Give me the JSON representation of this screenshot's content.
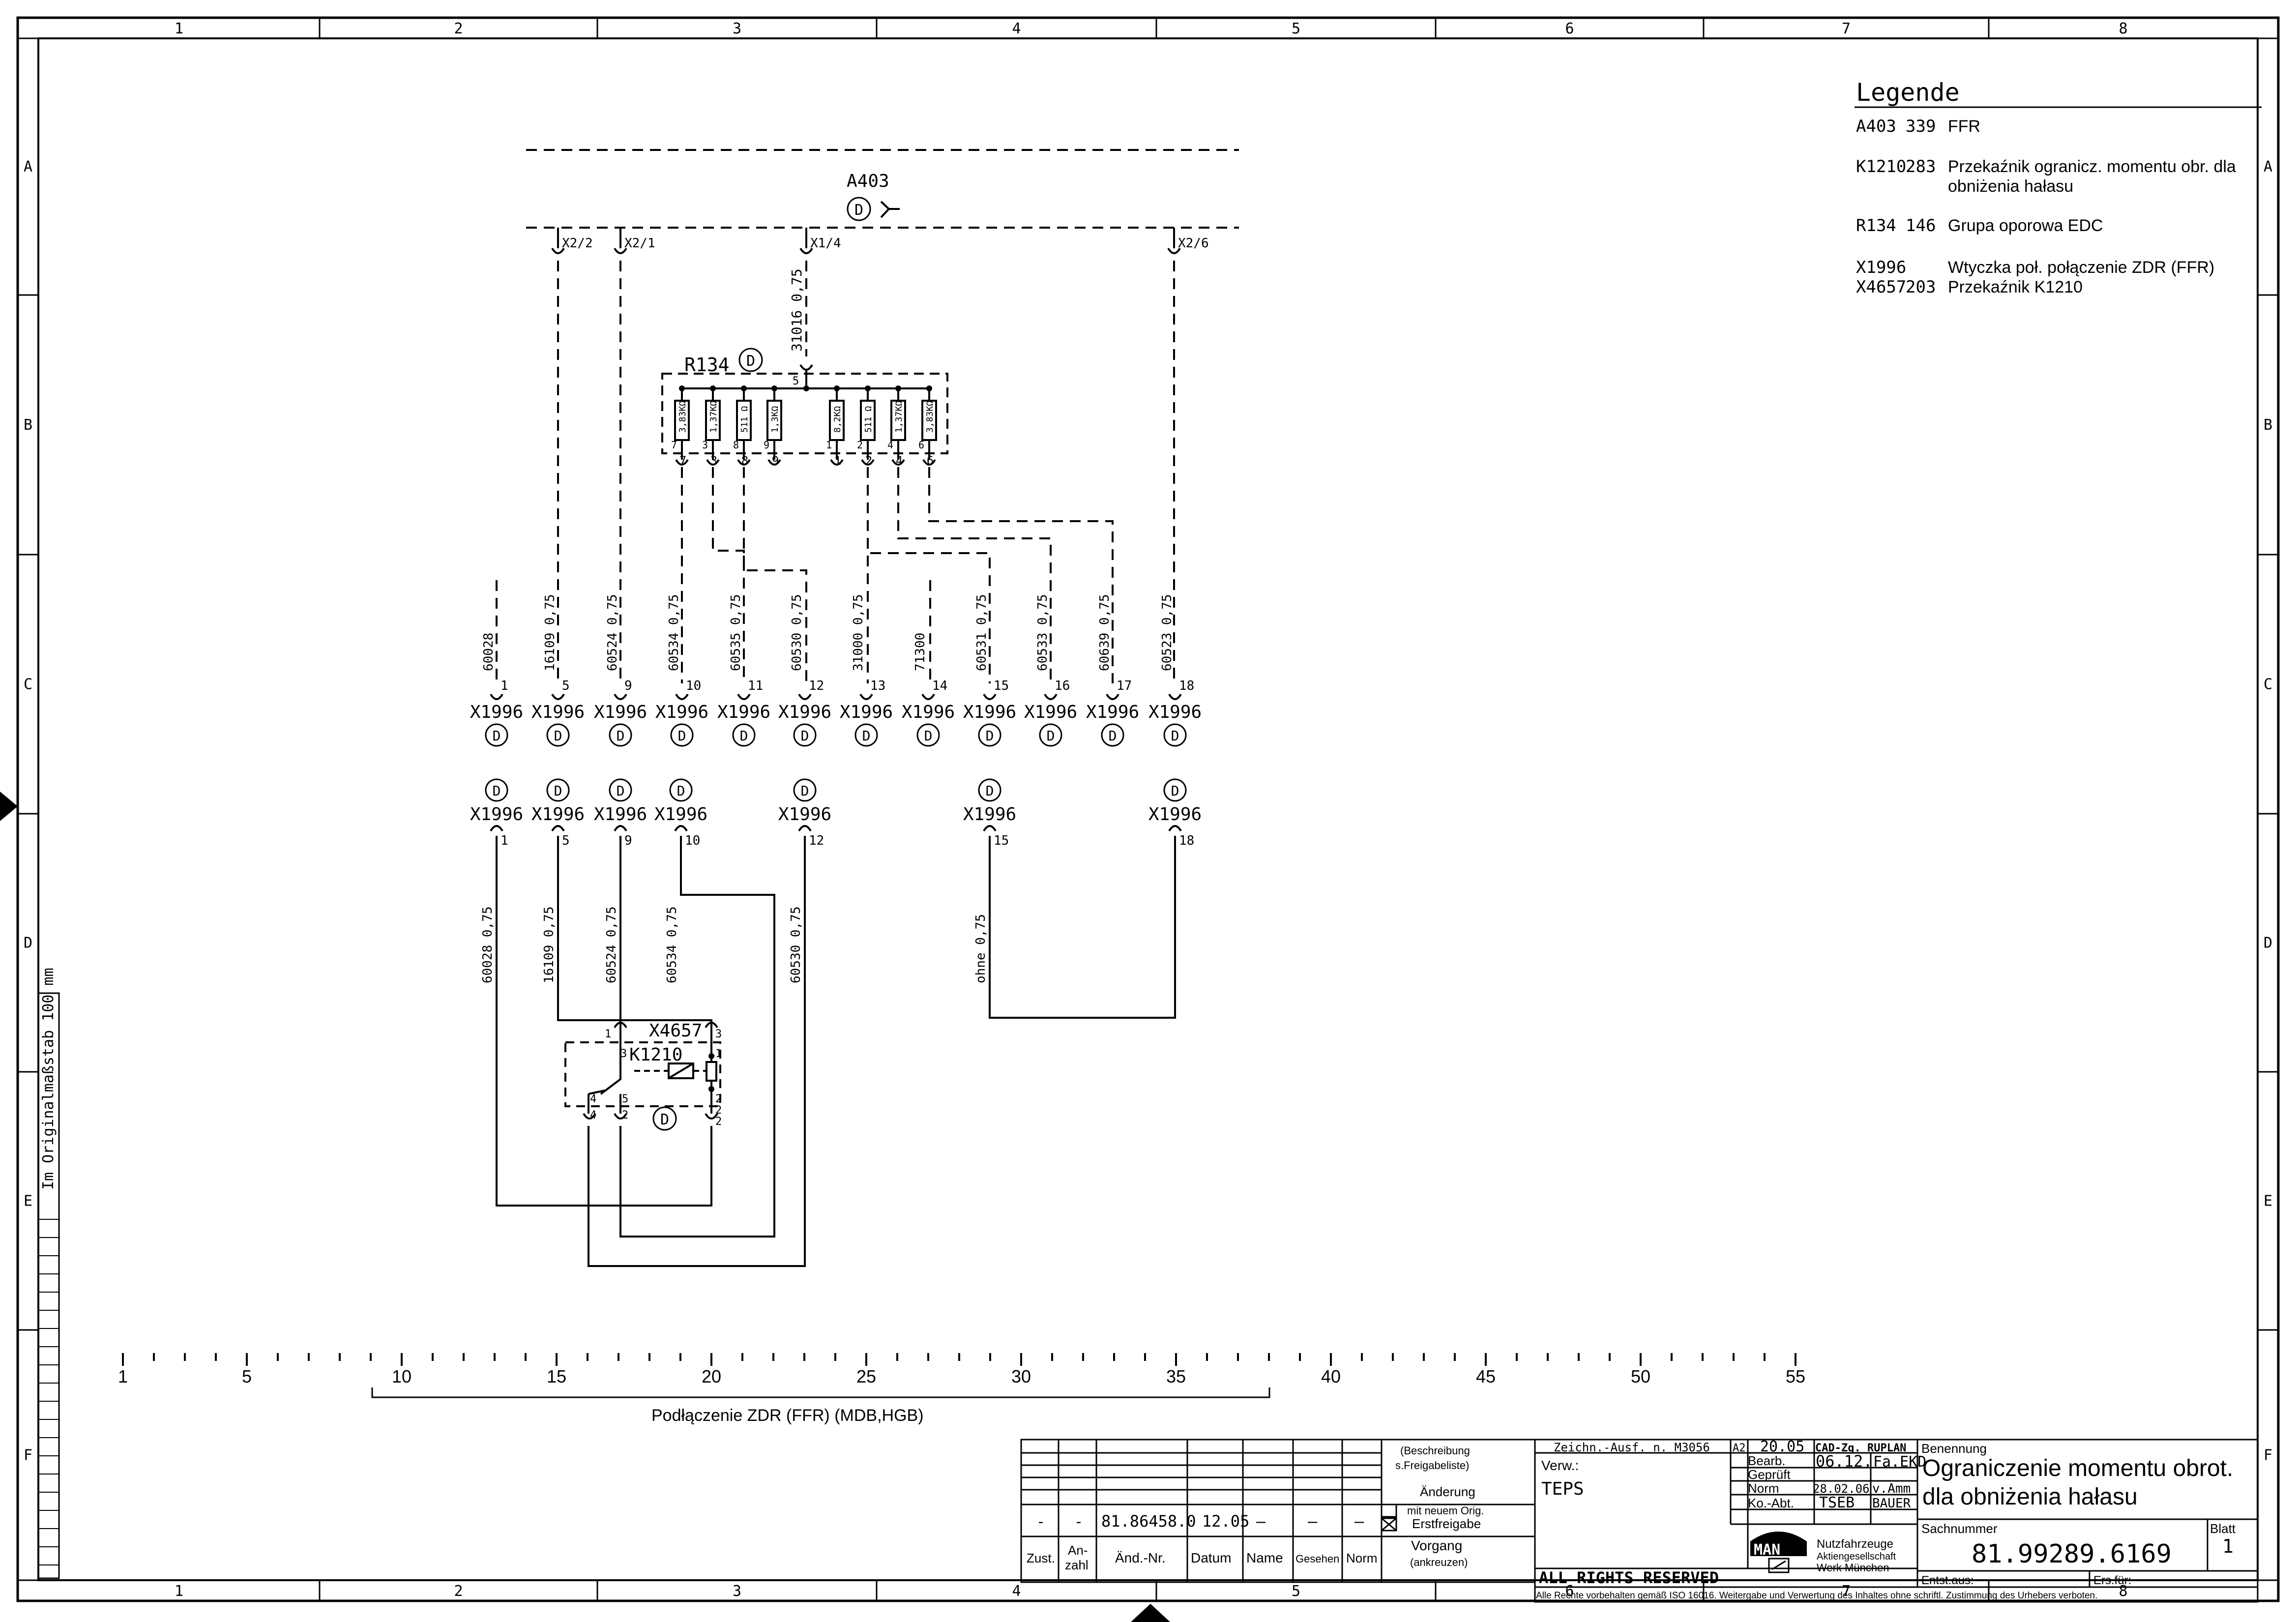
{
  "frame": {
    "columns": [
      "1",
      "2",
      "3",
      "4",
      "5",
      "6",
      "7",
      "8"
    ],
    "rows": [
      "A",
      "B",
      "C",
      "D",
      "E",
      "F"
    ],
    "scale_note": "Im Originalmaßstab 100 mm"
  },
  "legend": {
    "title": "Legende",
    "entries": [
      {
        "code": "A403",
        "num": "339",
        "desc": "FFR",
        "desc2": ""
      },
      {
        "code": "K1210",
        "num": "283",
        "desc": "Przekaźnik ogranicz. momentu obr. dla",
        "desc2": "obniżenia hałasu"
      },
      {
        "code": "R134",
        "num": "146",
        "desc": "Grupa oporowa EDC",
        "desc2": ""
      },
      {
        "code": "X1996",
        "num": "",
        "desc": "Wtyczka poł. połączenie ZDR (FFR)",
        "desc2": ""
      },
      {
        "code": "X4657",
        "num": "203",
        "desc": "Przekaźnik K1210",
        "desc2": ""
      }
    ]
  },
  "ecu": {
    "label": "A403",
    "badge": "D",
    "pins": [
      "X2/2",
      "X2/1",
      "X1/4",
      "X2/6"
    ],
    "supply_wire": "31016  0,75"
  },
  "resistor_group": {
    "label": "R134",
    "badge": "D",
    "common_pin": "5",
    "resistors": [
      {
        "value": "3,83KΩ",
        "pin": "7"
      },
      {
        "value": "1,37KΩ",
        "pin": "3"
      },
      {
        "value": "511 Ω",
        "pin": "8"
      },
      {
        "value": "1,3KΩ",
        "pin": "9"
      },
      {
        "value": "8,2KΩ",
        "pin": "1"
      },
      {
        "value": "511 Ω",
        "pin": "2"
      },
      {
        "value": "1,37KΩ",
        "pin": "4"
      },
      {
        "value": "3,83KΩ",
        "pin": "6"
      }
    ]
  },
  "connector_top": [
    {
      "wire": "60028",
      "pin": "1"
    },
    {
      "wire": "16109  0,75",
      "pin": "5"
    },
    {
      "wire": "60524  0,75",
      "pin": "9"
    },
    {
      "wire": "60534  0,75",
      "pin": "10"
    },
    {
      "wire": "60535  0,75",
      "pin": "11"
    },
    {
      "wire": "60530  0,75",
      "pin": "12"
    },
    {
      "wire": "31000  0,75",
      "pin": "13"
    },
    {
      "wire": "71300",
      "pin": "14"
    },
    {
      "wire": "60531  0,75",
      "pin": "15"
    },
    {
      "wire": "60533  0,75",
      "pin": "16"
    },
    {
      "wire": "60639  0,75",
      "pin": "17"
    },
    {
      "wire": "60523  0,75",
      "pin": "18"
    }
  ],
  "connector_name": "X1996",
  "badge_letter": "D",
  "connector_bottom": [
    {
      "pin": "1",
      "wire": "60028  0,75"
    },
    {
      "pin": "5",
      "wire": "16109  0,75"
    },
    {
      "pin": "9",
      "wire": "60524  0,75"
    },
    {
      "pin": "10",
      "wire": "60534  0,75"
    },
    {
      "pin": "12",
      "wire": "60530  0,75"
    },
    {
      "pin": "15",
      "wire": "ohne  0,75"
    },
    {
      "pin": "18",
      "wire": ""
    }
  ],
  "relay": {
    "plug": "X4657",
    "name": "K1210",
    "badge": "D",
    "pins": [
      "1",
      "3",
      "3",
      "1",
      "4",
      "5",
      "2",
      "2",
      "4",
      "2",
      "2"
    ]
  },
  "ruler": {
    "labels": [
      "1",
      "5",
      "10",
      "15",
      "20",
      "25",
      "30",
      "35",
      "40",
      "45",
      "50",
      "55"
    ],
    "caption": "Podłączenie ZDR (FFR) (MDB,HGB)"
  },
  "revision": {
    "row": [
      "-",
      "-",
      "81.86458.0",
      "12.05",
      "—",
      "—",
      "—"
    ],
    "headers": [
      "Zust.",
      "An-\nzahl",
      "Änd.-Nr.",
      "Datum",
      "Name",
      "Gesehen",
      "Norm"
    ],
    "desc_top": "(Beschreibung",
    "desc_top2": "s.Freigabeliste)",
    "aenderung": "Änderung",
    "neu": "mit neuem Orig.",
    "erst": "Erstfreigabe",
    "vorgang": "Vorgang",
    "ankreuzen": "(ankreuzen)"
  },
  "title_block": {
    "drawing_no_label": "Zeichn.-Ausf. n. M3056",
    "size": "A2",
    "year": "20.05",
    "cad": "CAD-Zg. RUPLAN",
    "verw": "Verw.:",
    "teps": "TEPS",
    "bearb": "Bearb.",
    "bearb_date": "06.12.",
    "bearb_name": "Fa.EKD",
    "gepr": "Geprüft",
    "norm": "Norm",
    "norm_date": "28.02.06",
    "norm_name": "v.Amm",
    "koabt": "Ko.-Abt.",
    "koabt_val": "TSEB",
    "koabt_name": "BAUER",
    "rights": "ALL RIGHTS RESERVED",
    "company1": "MAN",
    "company2": "Nutzfahrzeuge",
    "company3": "Aktiengesellschaft",
    "company4": "Werk München",
    "benennung_label": "Benennung",
    "title1": "Ograniczenie momentu obrot.",
    "title2": "dla obniżenia hałasu",
    "sach_label": "Sachnummer",
    "sach": "81.99289.6169",
    "blatt_label": "Blatt",
    "blatt": "1",
    "entst": "Entst.aus:",
    "ers": "Ers.für:",
    "footer": "Alle Rechte vorbehalten gemäß ISO 16016. Weitergabe und Verwertung des Inhaltes ohne schriftl. Zustimmung des Urhebers verboten."
  }
}
